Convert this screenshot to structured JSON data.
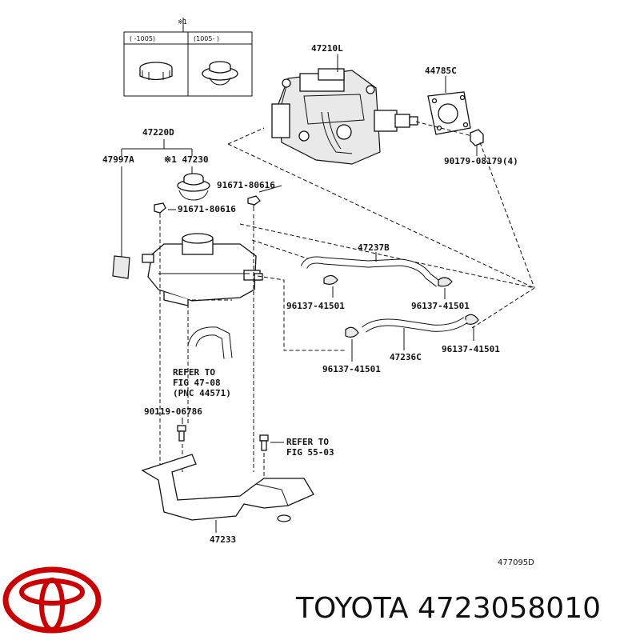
{
  "inset": {
    "marker": "※1",
    "col_left": "(   -1005)",
    "col_right": "(1005-   )"
  },
  "labels": {
    "booster": "47210L",
    "gasket": "44785C",
    "bolt_4": "90179-08179(4)",
    "reservoir_assy": "47220D",
    "label_part": "47997A",
    "cap": "※1 47230",
    "screw_a": "91671-80616",
    "screw_b": "91671-80616",
    "hose_b": "47237B",
    "clamp_a": "96137-41501",
    "clamp_b": "96137-41501",
    "clamp_c": "96137-41501",
    "clamp_d": "96137-41501",
    "hose_c": "47236C",
    "refer1_line1": "REFER TO",
    "refer1_line2": "FIG 47-08",
    "refer1_line3": "(PNC 44571)",
    "bolt_b": "90119-06786",
    "refer2_line1": "REFER TO",
    "refer2_line2": "FIG 55-03",
    "bracket": "47233",
    "drawing_no": "477095D"
  },
  "footer": {
    "brand_text": "TOYOTA 4723058010",
    "logo_name": "toyota-logo",
    "logo_color": "#cc0000"
  }
}
